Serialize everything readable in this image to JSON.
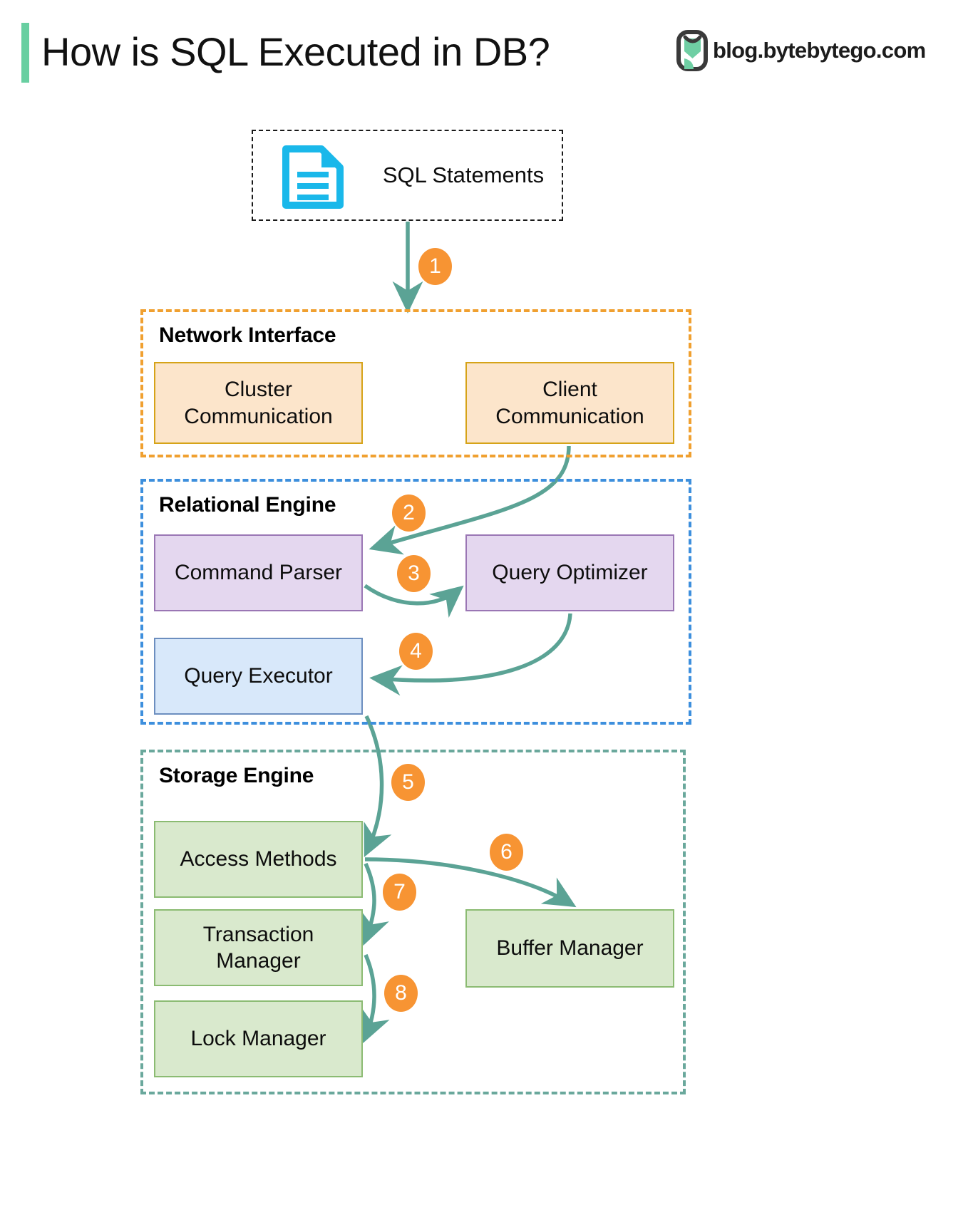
{
  "header": {
    "title": "How is SQL Executed in DB?",
    "brand_text": "blog.bytebytego.com",
    "accent_color": "#68cfa1",
    "logo_icon": "bytebytego-logo-icon"
  },
  "colors": {
    "accent_green": "#68cfa1",
    "badge_orange": "#f79433",
    "arrow_teal": "#5ba395",
    "network_border": "#f0a030",
    "relational_border": "#3d8fdd",
    "storage_border": "#6aa89c",
    "orange_box_fill": "#fce5cb",
    "orange_box_border": "#d6a318",
    "purple_box_fill": "#e4d7ef",
    "purple_box_border": "#9a76b4",
    "blue_box_fill": "#d8e8fa",
    "blue_box_border": "#6c8ebf",
    "green_box_fill": "#d9e9cd",
    "green_box_border": "#8bbb72",
    "doc_icon": "#1ab8ea"
  },
  "input": {
    "label": "SQL Statements",
    "icon": "document-icon"
  },
  "groups": [
    {
      "id": "network",
      "title": "Network Interface"
    },
    {
      "id": "relational",
      "title": "Relational Engine"
    },
    {
      "id": "storage",
      "title": "Storage Engine"
    }
  ],
  "nodes": {
    "cluster_communication": "Cluster\nCommunication",
    "client_communication": "Client\nCommunication",
    "command_parser": "Command Parser",
    "query_optimizer": "Query Optimizer",
    "query_executor": "Query Executor",
    "access_methods": "Access Methods",
    "transaction_manager": "Transaction\nManager",
    "lock_manager": "Lock Manager",
    "buffer_manager": "Buffer Manager"
  },
  "steps": [
    {
      "n": "1",
      "from": "SQL Statements",
      "to": "Network Interface"
    },
    {
      "n": "2",
      "from": "Client Communication",
      "to": "Command Parser"
    },
    {
      "n": "3",
      "from": "Command Parser",
      "to": "Query Optimizer"
    },
    {
      "n": "4",
      "from": "Query Optimizer",
      "to": "Query Executor"
    },
    {
      "n": "5",
      "from": "Query Executor",
      "to": "Access Methods"
    },
    {
      "n": "6",
      "from": "Access Methods",
      "to": "Buffer Manager"
    },
    {
      "n": "7",
      "from": "Access Methods",
      "to": "Transaction Manager"
    },
    {
      "n": "8",
      "from": "Transaction Manager",
      "to": "Lock Manager"
    }
  ]
}
